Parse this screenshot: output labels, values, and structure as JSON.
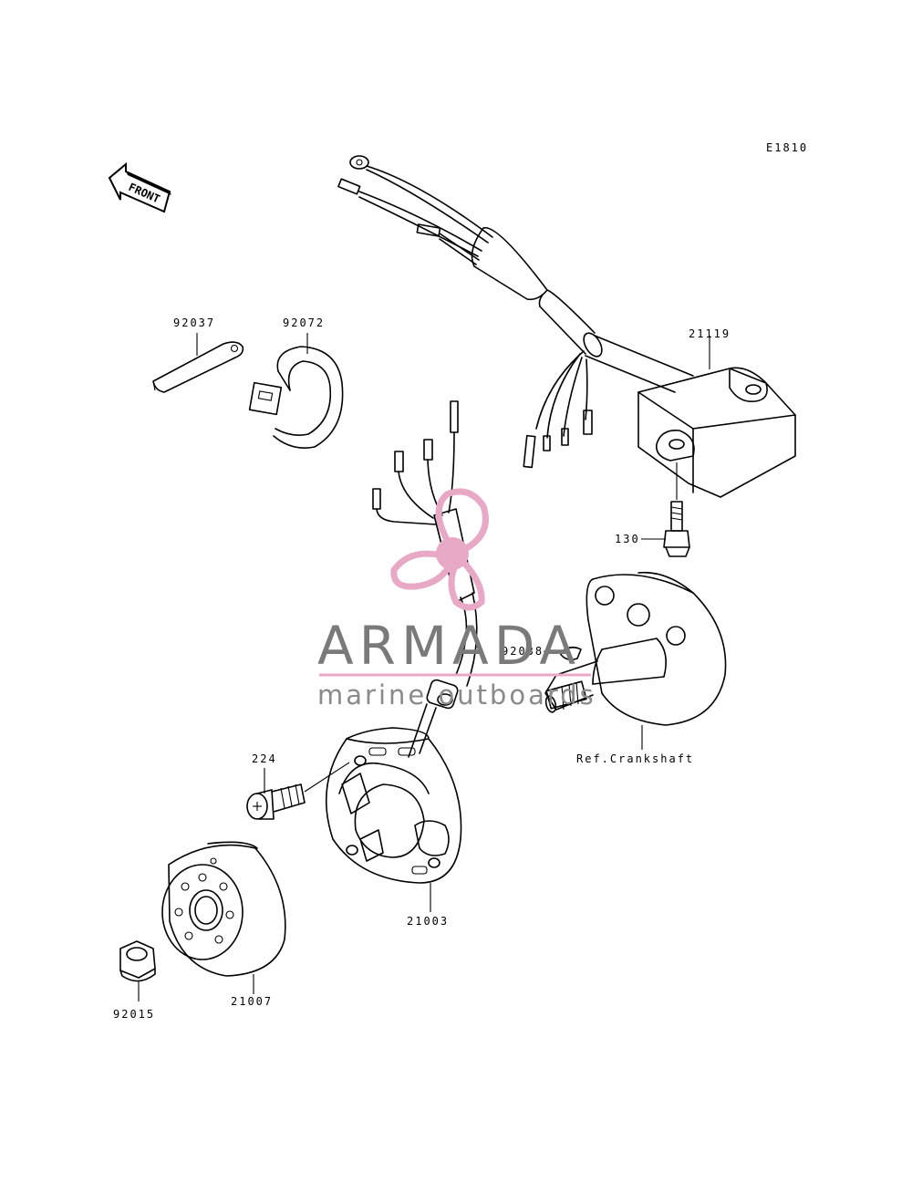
{
  "diagram_code": "E1810",
  "front_label": "FRONT",
  "parts": {
    "p92037": "92037",
    "p92072": "92072",
    "p21119": "21119",
    "p130": "130",
    "p92038": "92038",
    "p224": "224",
    "p21003": "21003",
    "p21007": "21007",
    "p92015": "92015",
    "crankshaft": "Ref.Crankshaft"
  },
  "watermark": {
    "title": "ARMADA",
    "subtitle": "marine outboards",
    "color": "#e8a9c6"
  }
}
